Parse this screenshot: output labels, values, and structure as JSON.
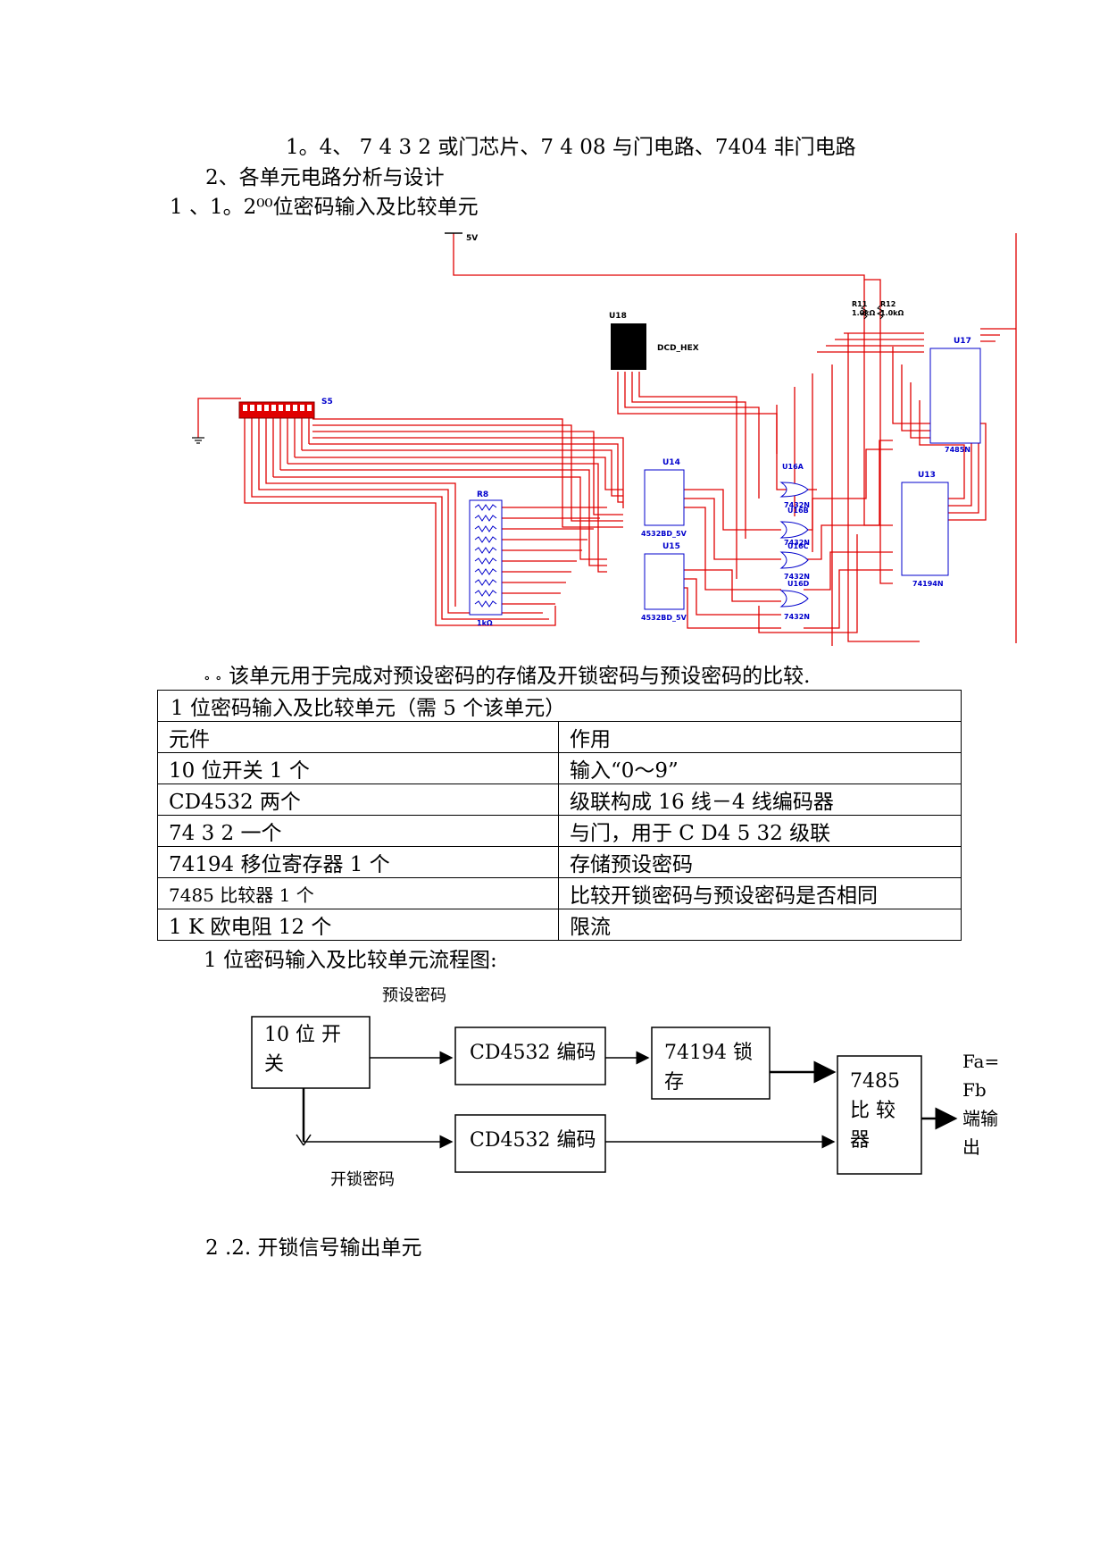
{
  "doc": {
    "line1": "1。4、 7 4 3  2 或门芯片、7 4 08 与门电路、7404 非门电路",
    "line2": "2、各单元电路分析与设计",
    "line3": "1 、1。2⁰⁰位密码输入及比较单元",
    "desc_bullet": "∘     ∘",
    "desc_text": "该单元用于完成对预设密码的存储及开锁密码与预设密码的比较.",
    "flow_heading": "1 位密码输入及比较单元流程图:",
    "section_22": "2 .2.  开锁信号输出单元"
  },
  "schematic": {
    "labels": {
      "v5": "5V",
      "u18": "U18",
      "dcd": "DCD_HEX",
      "r11": "R11",
      "r11v": "1.0kΩ",
      "r12": "R12",
      "r12v": "1.0kΩ",
      "u17": "U17",
      "u17p": "7485N",
      "s5": "S5",
      "u14": "U14",
      "u14p": "4532BD_5V",
      "u15": "U15",
      "u15p": "4532BD_5V",
      "r8": "R8",
      "r8v": "1kΩ",
      "u16a": "U16A",
      "u16ap": "7432N",
      "u16b": "U16B",
      "u16bp": "7432N",
      "u16c": "U16C",
      "u16cp": "7432N",
      "u16d": "U16D",
      "u16dp": "7432N",
      "u13": "U13",
      "u13p": "74194N"
    },
    "colors": {
      "wire": "#e00000",
      "part": "#0000cc",
      "switch": "#e00000"
    }
  },
  "table": {
    "title": "1 位密码输入及比较单元（需 5 个该单元）",
    "header": [
      "元件",
      "作用"
    ],
    "rows": [
      [
        "10 位开关 1 个",
        "输入“0～9”"
      ],
      [
        "CD4532 两个",
        "级联构成 16 线－4 线编码器"
      ],
      [
        "74 3  2 一个",
        "与门，用于 C D4 5 32 级联"
      ],
      [
        "74194 移位寄存器 1 个",
        "存储预设密码"
      ],
      [
        "7485 比较器 1 个",
        "比较开锁密码与预设密码是否相同"
      ],
      [
        " 1 K 欧电阻 12 个",
        "限流"
      ]
    ]
  },
  "flow": {
    "label_preset": "预设密码",
    "label_unlock": "开锁密码",
    "box_switch_1": "10  位  开",
    "box_switch_2": "关",
    "box_enc_top": "CD4532 编码",
    "box_enc_bottom": "CD4532 编码",
    "box_latch_1": "74194     锁",
    "box_latch_2": "存",
    "box_cmp_1": "7485",
    "box_cmp_2": "比    较",
    "box_cmp_3": "器",
    "output_1": "Fa=",
    "output_2": "Fb",
    "output_3": "端输",
    "output_4": "出"
  }
}
